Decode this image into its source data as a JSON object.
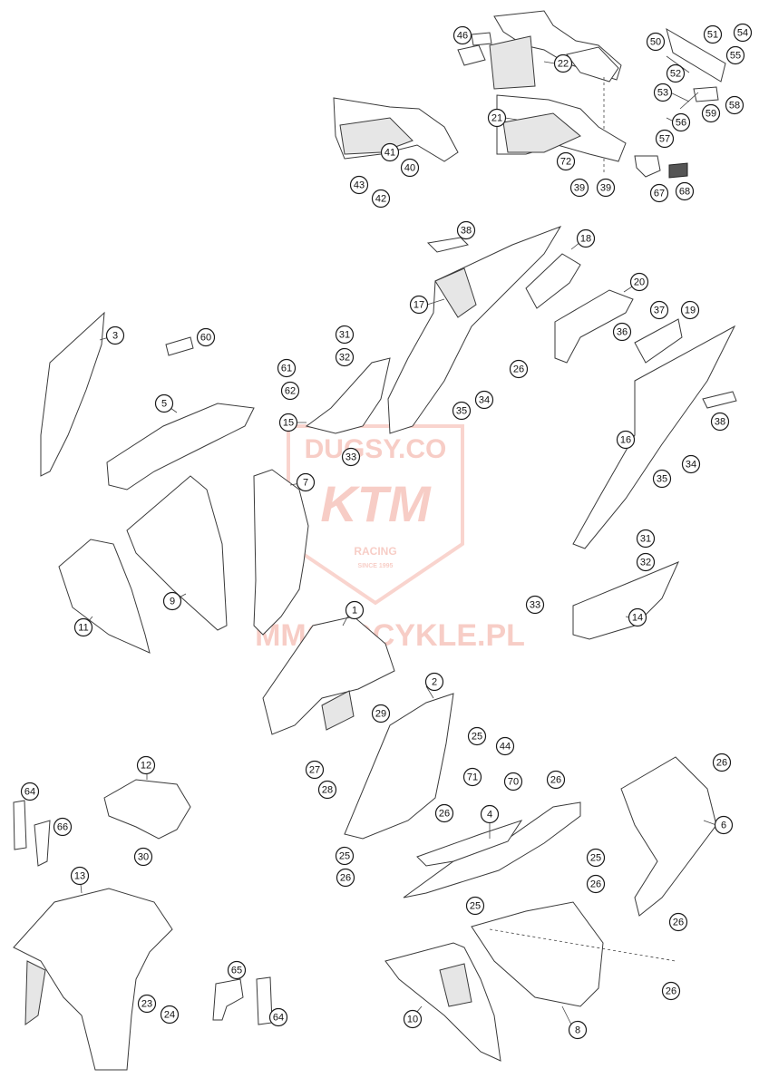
{
  "watermark": {
    "site_top": "DUGSY.CO",
    "brand": "KTM",
    "tagline": "RACING",
    "since": "SINCE 1995",
    "site_bottom": "MMOTOCYKLE.PL",
    "color": "#e23b1f"
  },
  "callouts": [
    "1",
    "2",
    "3",
    "4",
    "5",
    "6",
    "7",
    "8",
    "9",
    "10",
    "11",
    "12",
    "13",
    "14",
    "15",
    "16",
    "17",
    "18",
    "19",
    "20",
    "21",
    "22",
    "23",
    "24",
    "25",
    "25",
    "25",
    "25",
    "26",
    "26",
    "26",
    "26",
    "26",
    "26",
    "26",
    "26",
    "27",
    "28",
    "29",
    "30",
    "31",
    "31",
    "32",
    "32",
    "33",
    "33",
    "34",
    "34",
    "35",
    "35",
    "36",
    "37",
    "38",
    "38",
    "39",
    "39",
    "40",
    "41",
    "42",
    "43",
    "44",
    "46",
    "50",
    "51",
    "52",
    "53",
    "54",
    "55",
    "56",
    "57",
    "58",
    "59",
    "60",
    "61",
    "62",
    "64",
    "64",
    "65",
    "66",
    "67",
    "68",
    "70",
    "71",
    "72"
  ]
}
